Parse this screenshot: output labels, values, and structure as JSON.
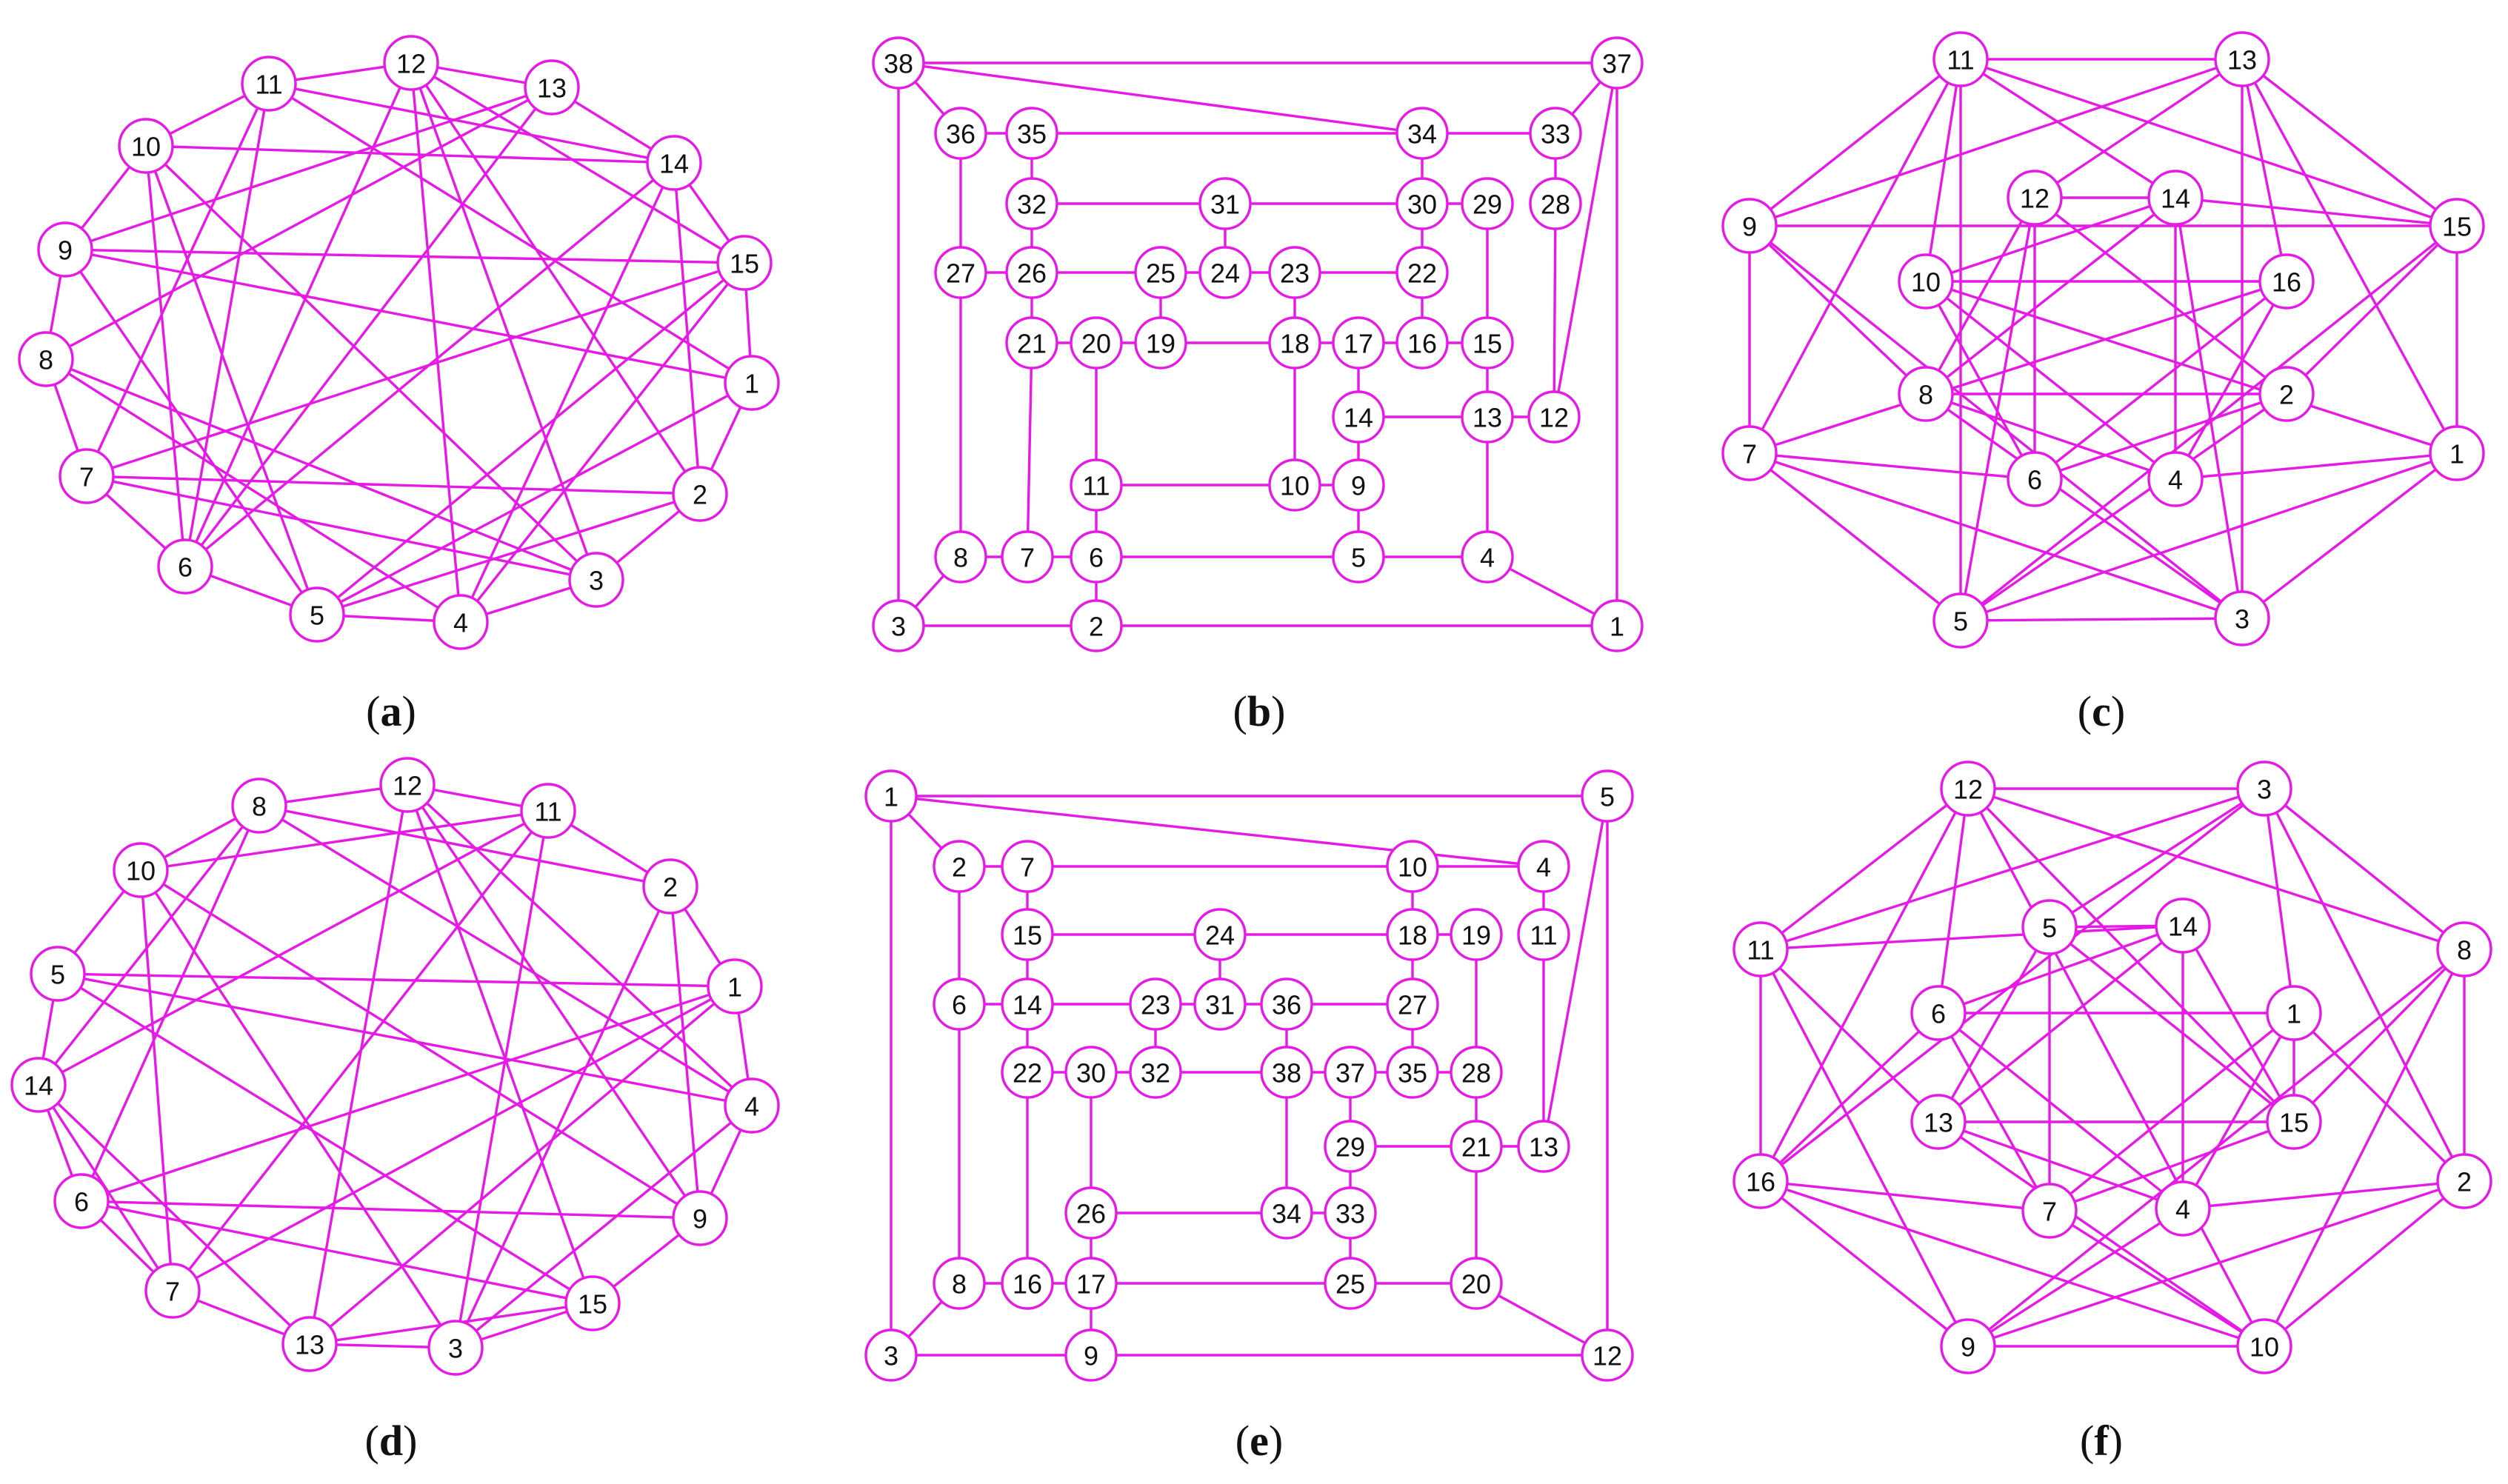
{
  "panels": [
    {
      "id": "a",
      "caption_letter": "a",
      "nodes": [
        "1",
        "2",
        "3",
        "4",
        "5",
        "6",
        "7",
        "8",
        "9",
        "10",
        "11",
        "12",
        "13",
        "14",
        "15"
      ],
      "edges": [
        [
          "1",
          "15"
        ],
        [
          "1",
          "2"
        ],
        [
          "1",
          "5"
        ],
        [
          "1",
          "9"
        ],
        [
          "1",
          "11"
        ],
        [
          "2",
          "3"
        ],
        [
          "2",
          "5"
        ],
        [
          "2",
          "12"
        ],
        [
          "2",
          "14"
        ],
        [
          "2",
          "7"
        ],
        [
          "3",
          "4"
        ],
        [
          "3",
          "7"
        ],
        [
          "3",
          "10"
        ],
        [
          "3",
          "12"
        ],
        [
          "3",
          "8"
        ],
        [
          "4",
          "5"
        ],
        [
          "4",
          "15"
        ],
        [
          "4",
          "12"
        ],
        [
          "4",
          "8"
        ],
        [
          "4",
          "14"
        ],
        [
          "5",
          "6"
        ],
        [
          "5",
          "15"
        ],
        [
          "5",
          "10"
        ],
        [
          "5",
          "9"
        ],
        [
          "6",
          "7"
        ],
        [
          "6",
          "14"
        ],
        [
          "6",
          "13"
        ],
        [
          "6",
          "12"
        ],
        [
          "6",
          "10"
        ],
        [
          "6",
          "11"
        ],
        [
          "7",
          "8"
        ],
        [
          "7",
          "15"
        ],
        [
          "7",
          "11"
        ],
        [
          "8",
          "9"
        ],
        [
          "8",
          "13"
        ],
        [
          "9",
          "10"
        ],
        [
          "9",
          "15"
        ],
        [
          "9",
          "13"
        ],
        [
          "10",
          "11"
        ],
        [
          "10",
          "14"
        ],
        [
          "11",
          "12"
        ],
        [
          "11",
          "14"
        ],
        [
          "12",
          "13"
        ],
        [
          "12",
          "15"
        ],
        [
          "13",
          "14"
        ],
        [
          "14",
          "15"
        ]
      ]
    },
    {
      "id": "b",
      "caption_letter": "b",
      "nodes": [
        "1",
        "2",
        "3",
        "4",
        "5",
        "6",
        "7",
        "8",
        "9",
        "10",
        "11",
        "12",
        "13",
        "14",
        "15",
        "16",
        "17",
        "18",
        "19",
        "20",
        "21",
        "22",
        "23",
        "24",
        "25",
        "26",
        "27",
        "28",
        "29",
        "30",
        "31",
        "32",
        "33",
        "34",
        "35",
        "36",
        "37",
        "38"
      ],
      "edges": [
        [
          "38",
          "37"
        ],
        [
          "38",
          "34"
        ],
        [
          "38",
          "36"
        ],
        [
          "38",
          "3"
        ],
        [
          "37",
          "33"
        ],
        [
          "37",
          "12"
        ],
        [
          "37",
          "1"
        ],
        [
          "36",
          "35"
        ],
        [
          "36",
          "27"
        ],
        [
          "35",
          "34"
        ],
        [
          "35",
          "32"
        ],
        [
          "34",
          "33"
        ],
        [
          "34",
          "30"
        ],
        [
          "33",
          "28"
        ],
        [
          "28",
          "12"
        ],
        [
          "32",
          "31"
        ],
        [
          "32",
          "26"
        ],
        [
          "31",
          "30"
        ],
        [
          "31",
          "24"
        ],
        [
          "30",
          "29"
        ],
        [
          "30",
          "22"
        ],
        [
          "29",
          "15"
        ],
        [
          "27",
          "26"
        ],
        [
          "27",
          "8"
        ],
        [
          "26",
          "25"
        ],
        [
          "26",
          "21"
        ],
        [
          "25",
          "24"
        ],
        [
          "25",
          "19"
        ],
        [
          "24",
          "23"
        ],
        [
          "23",
          "22"
        ],
        [
          "23",
          "18"
        ],
        [
          "22",
          "16"
        ],
        [
          "21",
          "20"
        ],
        [
          "21",
          "7"
        ],
        [
          "20",
          "19"
        ],
        [
          "20",
          "11"
        ],
        [
          "19",
          "18"
        ],
        [
          "18",
          "17"
        ],
        [
          "18",
          "10"
        ],
        [
          "17",
          "16"
        ],
        [
          "17",
          "14"
        ],
        [
          "16",
          "15"
        ],
        [
          "15",
          "13"
        ],
        [
          "14",
          "13"
        ],
        [
          "14",
          "9"
        ],
        [
          "13",
          "12"
        ],
        [
          "13",
          "4"
        ],
        [
          "11",
          "10"
        ],
        [
          "11",
          "6"
        ],
        [
          "10",
          "9"
        ],
        [
          "9",
          "5"
        ],
        [
          "8",
          "7"
        ],
        [
          "8",
          "3"
        ],
        [
          "7",
          "6"
        ],
        [
          "6",
          "5"
        ],
        [
          "6",
          "2"
        ],
        [
          "5",
          "4"
        ],
        [
          "4",
          "1"
        ],
        [
          "3",
          "2"
        ],
        [
          "2",
          "1"
        ]
      ]
    },
    {
      "id": "c",
      "caption_letter": "c",
      "nodes": [
        "1",
        "2",
        "3",
        "4",
        "5",
        "6",
        "7",
        "8",
        "9",
        "10",
        "11",
        "12",
        "13",
        "14",
        "15",
        "16"
      ],
      "edges": [
        [
          "11",
          "13"
        ],
        [
          "11",
          "9"
        ],
        [
          "11",
          "15"
        ],
        [
          "11",
          "7"
        ],
        [
          "11",
          "5"
        ],
        [
          "11",
          "10"
        ],
        [
          "11",
          "14"
        ],
        [
          "13",
          "9"
        ],
        [
          "13",
          "15"
        ],
        [
          "13",
          "1"
        ],
        [
          "13",
          "3"
        ],
        [
          "13",
          "12"
        ],
        [
          "13",
          "16"
        ],
        [
          "9",
          "7"
        ],
        [
          "9",
          "15"
        ],
        [
          "9",
          "3"
        ],
        [
          "9",
          "8"
        ],
        [
          "15",
          "1"
        ],
        [
          "15",
          "5"
        ],
        [
          "15",
          "14"
        ],
        [
          "15",
          "2"
        ],
        [
          "7",
          "5"
        ],
        [
          "7",
          "3"
        ],
        [
          "7",
          "6"
        ],
        [
          "7",
          "16"
        ],
        [
          "1",
          "3"
        ],
        [
          "1",
          "5"
        ],
        [
          "1",
          "4"
        ],
        [
          "1",
          "10"
        ],
        [
          "5",
          "3"
        ],
        [
          "5",
          "12"
        ],
        [
          "5",
          "2"
        ],
        [
          "3",
          "8"
        ],
        [
          "3",
          "14"
        ],
        [
          "12",
          "14"
        ],
        [
          "12",
          "6"
        ],
        [
          "12",
          "8"
        ],
        [
          "12",
          "2"
        ],
        [
          "14",
          "4"
        ],
        [
          "14",
          "8"
        ],
        [
          "14",
          "10"
        ],
        [
          "10",
          "16"
        ],
        [
          "10",
          "6"
        ],
        [
          "10",
          "4"
        ],
        [
          "16",
          "4"
        ],
        [
          "16",
          "6"
        ],
        [
          "8",
          "2"
        ],
        [
          "8",
          "4"
        ],
        [
          "6",
          "2"
        ]
      ]
    },
    {
      "id": "d",
      "caption_letter": "d",
      "nodes": [
        "1",
        "2",
        "3",
        "4",
        "5",
        "6",
        "7",
        "8",
        "9",
        "10",
        "11",
        "12",
        "13",
        "14",
        "15"
      ],
      "edges": [
        [
          "1",
          "4"
        ],
        [
          "1",
          "2"
        ],
        [
          "1",
          "5"
        ],
        [
          "1",
          "7"
        ],
        [
          "1",
          "13"
        ],
        [
          "1",
          "6"
        ],
        [
          "2",
          "11"
        ],
        [
          "2",
          "9"
        ],
        [
          "2",
          "8"
        ],
        [
          "2",
          "3"
        ],
        [
          "3",
          "13"
        ],
        [
          "3",
          "15"
        ],
        [
          "3",
          "4"
        ],
        [
          "3",
          "11"
        ],
        [
          "3",
          "10"
        ],
        [
          "4",
          "9"
        ],
        [
          "4",
          "12"
        ],
        [
          "4",
          "8"
        ],
        [
          "4",
          "5"
        ],
        [
          "5",
          "10"
        ],
        [
          "5",
          "14"
        ],
        [
          "5",
          "15"
        ],
        [
          "6",
          "7"
        ],
        [
          "6",
          "14"
        ],
        [
          "6",
          "9"
        ],
        [
          "6",
          "15"
        ],
        [
          "6",
          "8"
        ],
        [
          "7",
          "13"
        ],
        [
          "7",
          "11"
        ],
        [
          "7",
          "10"
        ],
        [
          "8",
          "10"
        ],
        [
          "8",
          "12"
        ],
        [
          "8",
          "14"
        ],
        [
          "9",
          "15"
        ],
        [
          "9",
          "12"
        ],
        [
          "9",
          "10"
        ],
        [
          "10",
          "11"
        ],
        [
          "11",
          "12"
        ],
        [
          "11",
          "14"
        ],
        [
          "12",
          "13"
        ],
        [
          "12",
          "15"
        ],
        [
          "13",
          "15"
        ],
        [
          "13",
          "14"
        ],
        [
          "14",
          "7"
        ]
      ]
    },
    {
      "id": "e",
      "caption_letter": "e",
      "nodes": [
        "1",
        "2",
        "3",
        "4",
        "5",
        "6",
        "7",
        "8",
        "9",
        "10",
        "11",
        "12",
        "13",
        "14",
        "15",
        "16",
        "17",
        "18",
        "19",
        "20",
        "21",
        "22",
        "23",
        "24",
        "25",
        "26",
        "27",
        "28",
        "29",
        "30",
        "31",
        "32",
        "33",
        "34",
        "35",
        "36",
        "37",
        "38"
      ],
      "edges": [
        [
          "1",
          "5"
        ],
        [
          "1",
          "4"
        ],
        [
          "1",
          "2"
        ],
        [
          "1",
          "3"
        ],
        [
          "5",
          "13"
        ],
        [
          "5",
          "12"
        ],
        [
          "2",
          "7"
        ],
        [
          "2",
          "6"
        ],
        [
          "7",
          "10"
        ],
        [
          "7",
          "15"
        ],
        [
          "10",
          "4"
        ],
        [
          "10",
          "18"
        ],
        [
          "4",
          "11"
        ],
        [
          "11",
          "13"
        ],
        [
          "15",
          "24"
        ],
        [
          "15",
          "14"
        ],
        [
          "24",
          "18"
        ],
        [
          "24",
          "31"
        ],
        [
          "18",
          "19"
        ],
        [
          "18",
          "27"
        ],
        [
          "19",
          "28"
        ],
        [
          "6",
          "14"
        ],
        [
          "6",
          "8"
        ],
        [
          "14",
          "23"
        ],
        [
          "14",
          "22"
        ],
        [
          "23",
          "31"
        ],
        [
          "23",
          "32"
        ],
        [
          "31",
          "36"
        ],
        [
          "36",
          "27"
        ],
        [
          "36",
          "38"
        ],
        [
          "27",
          "35"
        ],
        [
          "22",
          "30"
        ],
        [
          "22",
          "16"
        ],
        [
          "30",
          "32"
        ],
        [
          "30",
          "26"
        ],
        [
          "32",
          "38"
        ],
        [
          "38",
          "37"
        ],
        [
          "38",
          "34"
        ],
        [
          "37",
          "35"
        ],
        [
          "37",
          "29"
        ],
        [
          "35",
          "28"
        ],
        [
          "28",
          "21"
        ],
        [
          "29",
          "21"
        ],
        [
          "29",
          "33"
        ],
        [
          "21",
          "13"
        ],
        [
          "21",
          "20"
        ],
        [
          "26",
          "34"
        ],
        [
          "26",
          "17"
        ],
        [
          "34",
          "33"
        ],
        [
          "33",
          "25"
        ],
        [
          "8",
          "16"
        ],
        [
          "8",
          "3"
        ],
        [
          "16",
          "17"
        ],
        [
          "17",
          "25"
        ],
        [
          "17",
          "9"
        ],
        [
          "25",
          "20"
        ],
        [
          "20",
          "12"
        ],
        [
          "3",
          "9"
        ],
        [
          "9",
          "12"
        ]
      ]
    },
    {
      "id": "f",
      "caption_letter": "f",
      "nodes": [
        "1",
        "2",
        "3",
        "4",
        "5",
        "6",
        "7",
        "8",
        "9",
        "10",
        "11",
        "12",
        "13",
        "14",
        "15",
        "16"
      ],
      "edges": [
        [
          "12",
          "3"
        ],
        [
          "12",
          "11"
        ],
        [
          "12",
          "8"
        ],
        [
          "12",
          "16"
        ],
        [
          "12",
          "10"
        ],
        [
          "12",
          "6"
        ],
        [
          "12",
          "15"
        ],
        [
          "3",
          "11"
        ],
        [
          "3",
          "8"
        ],
        [
          "3",
          "2"
        ],
        [
          "3",
          "5"
        ],
        [
          "3",
          "1"
        ],
        [
          "3",
          "16"
        ],
        [
          "11",
          "16"
        ],
        [
          "11",
          "9"
        ],
        [
          "11",
          "14"
        ],
        [
          "11",
          "13"
        ],
        [
          "8",
          "2"
        ],
        [
          "8",
          "10"
        ],
        [
          "8",
          "9"
        ],
        [
          "8",
          "15"
        ],
        [
          "16",
          "9"
        ],
        [
          "16",
          "10"
        ],
        [
          "16",
          "7"
        ],
        [
          "16",
          "6"
        ],
        [
          "2",
          "10"
        ],
        [
          "2",
          "9"
        ],
        [
          "2",
          "1"
        ],
        [
          "2",
          "4"
        ],
        [
          "9",
          "10"
        ],
        [
          "9",
          "4"
        ],
        [
          "10",
          "7"
        ],
        [
          "10",
          "13"
        ],
        [
          "5",
          "7"
        ],
        [
          "5",
          "14"
        ],
        [
          "5",
          "15"
        ],
        [
          "5",
          "13"
        ],
        [
          "14",
          "6"
        ],
        [
          "14",
          "4"
        ],
        [
          "14",
          "13"
        ],
        [
          "14",
          "15"
        ],
        [
          "6",
          "1"
        ],
        [
          "6",
          "7"
        ],
        [
          "6",
          "4"
        ],
        [
          "1",
          "7"
        ],
        [
          "1",
          "15"
        ],
        [
          "1",
          "4"
        ],
        [
          "13",
          "15"
        ],
        [
          "13",
          "4"
        ],
        [
          "7",
          "15"
        ]
      ]
    }
  ]
}
